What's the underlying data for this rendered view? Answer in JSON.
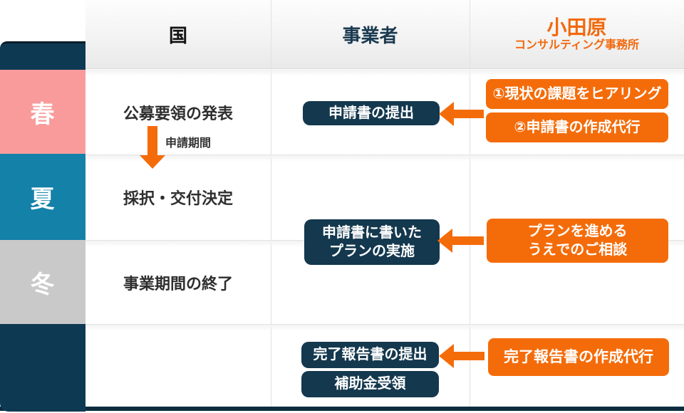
{
  "palette": {
    "sidebar_navy": "#0d3a52",
    "box_navy": "#14384e",
    "accent_orange": "#f46c0a",
    "header_text_orange": "#f2690d",
    "spring_pink": "#f99b9b",
    "summer_teal": "#1481a9",
    "winter_gray": "#c9c9c9",
    "header_text_biz_navy": "#1b3a50"
  },
  "columns": {
    "government": "国",
    "business": "事業者",
    "consultant_line1": "小田原",
    "consultant_line2": "コンサルティング事務所"
  },
  "seasons": [
    {
      "label": "春"
    },
    {
      "label": "夏"
    },
    {
      "label": "冬"
    }
  ],
  "government": {
    "step1": "公募要領の発表",
    "arrow_label": "申請期間",
    "step2": "採択・交付決定",
    "step3": "事業期間の終了"
  },
  "business": {
    "box1": "申請書の提出",
    "box2_line1": "申請書に書いた",
    "box2_line2": "プランの実施",
    "box3": "完了報告書の提出",
    "box4": "補助金受領"
  },
  "consultant": {
    "box1": "①現状の課題をヒアリング",
    "box2": "②申請書の作成代行",
    "box3_line1": "プランを進める",
    "box3_line2": "うえでのご相談",
    "box4": "完了報告書の作成代行"
  }
}
